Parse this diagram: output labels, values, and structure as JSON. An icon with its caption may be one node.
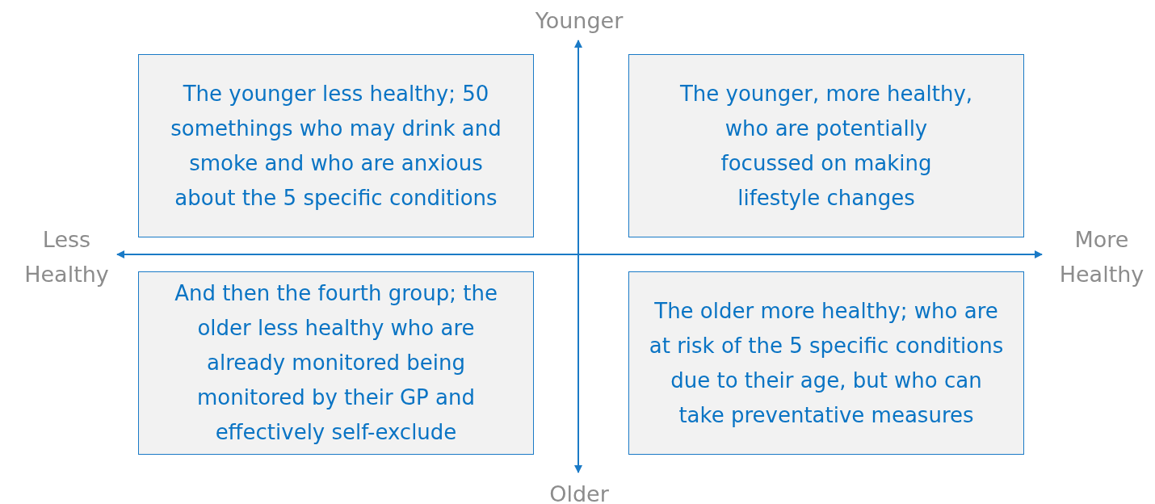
{
  "diagram": {
    "nodes": [
      {
        "text": [
          "The younger less healthy; 50 somethings who may drink and smoke and who are anxious about the 5 specific conditions"
        ]
      },
      {
        "text": [
          "The younger, more healthy, who are potentially focussed on making lifestyle changes"
        ]
      },
      {
        "text": [
          "And then the fourth group; the older less healthy who are already monitored being monitored by their GP and effectively self-exclude"
        ]
      },
      {
        "text": [
          "The older more healthy; who are at risk of the 5 specific conditions due to their age, but who can take preventative measures"
        ]
      }
    ],
    "labels": [
      "Younger",
      "Less Healthy",
      "More Healthy",
      "Older"
    ]
  }
}
